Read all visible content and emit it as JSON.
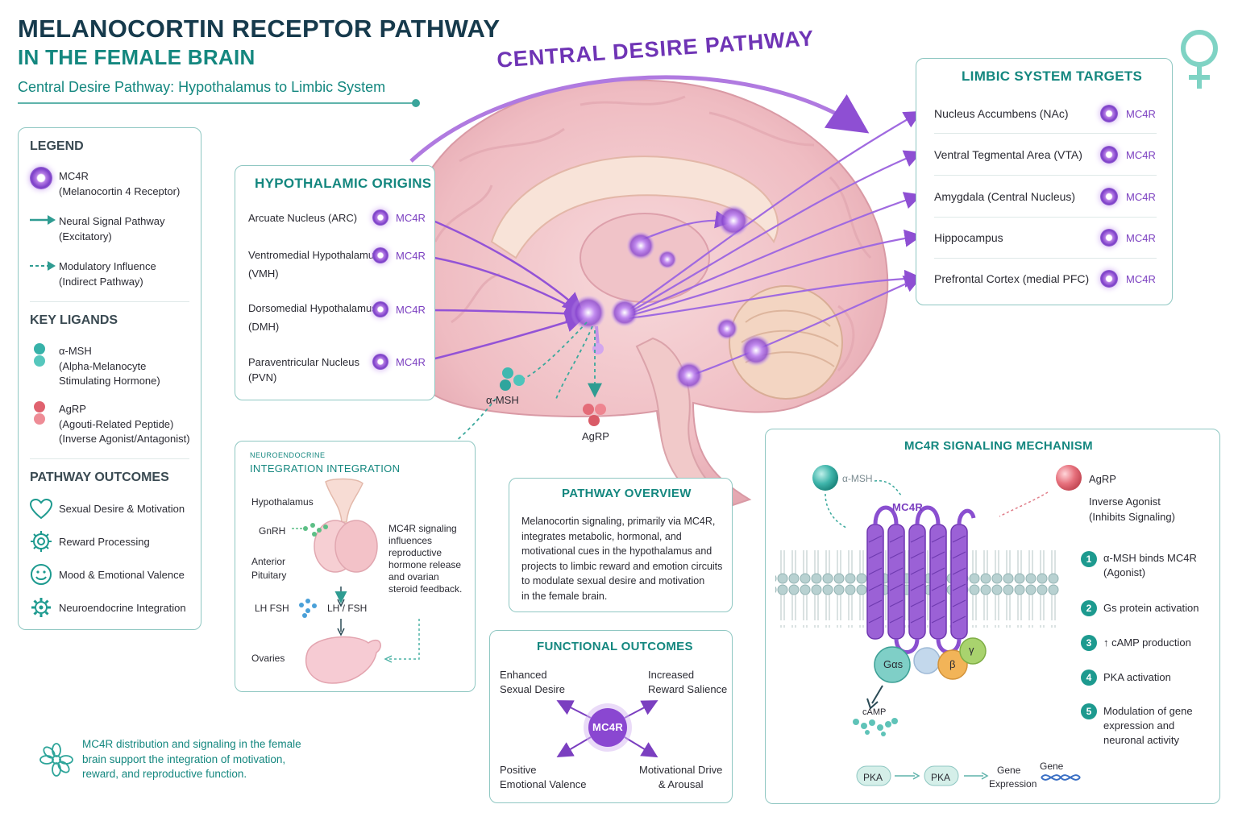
{
  "header": {
    "title_line1": "MELANOCORTIN RECEPTOR PATHWAY",
    "title_line2": "IN THE FEMALE BRAIN",
    "subtitle": "Central Desire Pathway: Hypothalamus to Limbic System",
    "arc_label": "CENTRAL DESIRE PATHWAY"
  },
  "colors": {
    "teal": "#14877f",
    "navy": "#163a4c",
    "purple": "#7b3fc0",
    "panel_border": "#8fc7c2"
  },
  "legend": {
    "heading": "LEGEND",
    "items": [
      {
        "icon": "mc4r-receptor-icon",
        "title": "MC4R",
        "desc": "(Melanocortin 4 Receptor)"
      },
      {
        "icon": "solid-arrow-icon",
        "title": "Neural Signal Pathway",
        "desc": "(Excitatory)"
      },
      {
        "icon": "dashed-arrow-icon",
        "title": "Modulatory Influence",
        "desc": "(Indirect Pathway)"
      }
    ],
    "ligands_heading": "KEY LIGANDS",
    "ligands": [
      {
        "icon": "alpha-msh-molecule-icon",
        "title": "α-MSH",
        "desc1": "(Alpha-Melanocyte",
        "desc2": "Stimulating Hormone)",
        "desc3": ""
      },
      {
        "icon": "agrp-molecule-icon",
        "title": "AgRP",
        "desc1": "(Agouti-Related Peptide)",
        "desc2": "(Inverse Agonist/Antagonist)",
        "desc3": ""
      }
    ],
    "outcomes_heading": "PATHWAY OUTCOMES",
    "outcomes": [
      {
        "icon": "heart-icon",
        "label": "Sexual Desire & Motivation"
      },
      {
        "icon": "reward-gear-icon",
        "label": "Reward Processing"
      },
      {
        "icon": "smile-icon",
        "label": "Mood & Emotional Valence"
      },
      {
        "icon": "gear-icon",
        "label": "Neuroendocrine Integration"
      }
    ]
  },
  "hypothalamic": {
    "heading": "HYPOTHALAMIC ORIGINS",
    "items": [
      {
        "line1": "Arcuate Nucleus (ARC)",
        "line2": "",
        "tag": "MC4R"
      },
      {
        "line1": "Ventromedial Hypothalamus",
        "line2": "(VMH)",
        "tag": "MC4R"
      },
      {
        "line1": "Dorsomedial Hypothalamus",
        "line2": "(DMH)",
        "tag": "MC4R"
      },
      {
        "line1": "Paraventricular Nucleus",
        "line2": "(PVN)",
        "tag": "MC4R"
      }
    ]
  },
  "limbic": {
    "heading": "LIMBIC SYSTEM TARGETS",
    "items": [
      {
        "label": "Nucleus Accumbens (NAc)",
        "tag": "MC4R"
      },
      {
        "label": "Ventral Tegmental Area (VTA)",
        "tag": "MC4R"
      },
      {
        "label": "Amygdala (Central Nucleus)",
        "tag": "MC4R"
      },
      {
        "label": "Hippocampus",
        "tag": "MC4R"
      },
      {
        "label": "Prefrontal Cortex (medial PFC)",
        "tag": "MC4R"
      }
    ]
  },
  "brain_labels": {
    "alpha_msh": "α-MSH",
    "agrp": "AgRP"
  },
  "neuro": {
    "heading_small": "NEUROENDOCRINE",
    "heading": "INTEGRATION INTEGRATION",
    "hypothalamus": "Hypothalamus",
    "gnrh": "GnRH",
    "anterior": "Anterior",
    "pituitary": "Pituitary",
    "lh_fsh_left": "LH FSH",
    "lh_fsh": "LH / FSH",
    "ovaries": "Ovaries",
    "note": [
      "MC4R signaling",
      "influences",
      "reproductive",
      "hormone release",
      "and ovarian",
      "steroid feedback."
    ]
  },
  "overview": {
    "heading": "PATHWAY OVERVIEW",
    "lines": [
      "Melanocortin signaling, primarily via MC4R,",
      "integrates metabolic, hormonal, and",
      "motivational cues in the hypothalamus and",
      "projects to limbic reward and emotion circuits",
      "to modulate sexual desire and motivation",
      "in the female brain."
    ]
  },
  "functional": {
    "heading": "FUNCTIONAL OUTCOMES",
    "center": "MC4R",
    "tl": [
      "Enhanced",
      "Sexual Desire"
    ],
    "tr": [
      "Increased",
      "Reward Salience"
    ],
    "bl": [
      "Positive",
      "Emotional Valence"
    ],
    "br": [
      "Motivational Drive",
      "& Arousal"
    ]
  },
  "signaling": {
    "heading": "MC4R SIGNALING MECHANISM",
    "alpha_msh": "α-MSH",
    "receptor": "MC4R",
    "agrp": "AgRP",
    "agrp_desc1": "Inverse Agonist",
    "agrp_desc2": "(Inhibits Signaling)",
    "gas": "Gαs",
    "beta": "β",
    "gamma": "γ",
    "camp": "cAMP",
    "pka1": "PKA",
    "pka2": "PKA",
    "gene1": "Gene",
    "gene2": "Expression",
    "gene3": "Gene",
    "steps": [
      {
        "n": "1",
        "lines": [
          "α-MSH binds MC4R",
          "(Agonist)"
        ]
      },
      {
        "n": "2",
        "lines": [
          "Gs protein activation"
        ]
      },
      {
        "n": "3",
        "lines": [
          "↑ cAMP production"
        ]
      },
      {
        "n": "4",
        "lines": [
          "PKA activation"
        ]
      },
      {
        "n": "5",
        "lines": [
          "Modulation of gene",
          "expression and",
          "neuronal activity"
        ]
      }
    ]
  },
  "footer": {
    "icon": "neuron-flower-icon",
    "lines": [
      "MC4R distribution and signaling in the female",
      "brain support the integration of motivation,",
      "reward, and reproductive function."
    ]
  },
  "corner_icon": "female-symbol-icon"
}
